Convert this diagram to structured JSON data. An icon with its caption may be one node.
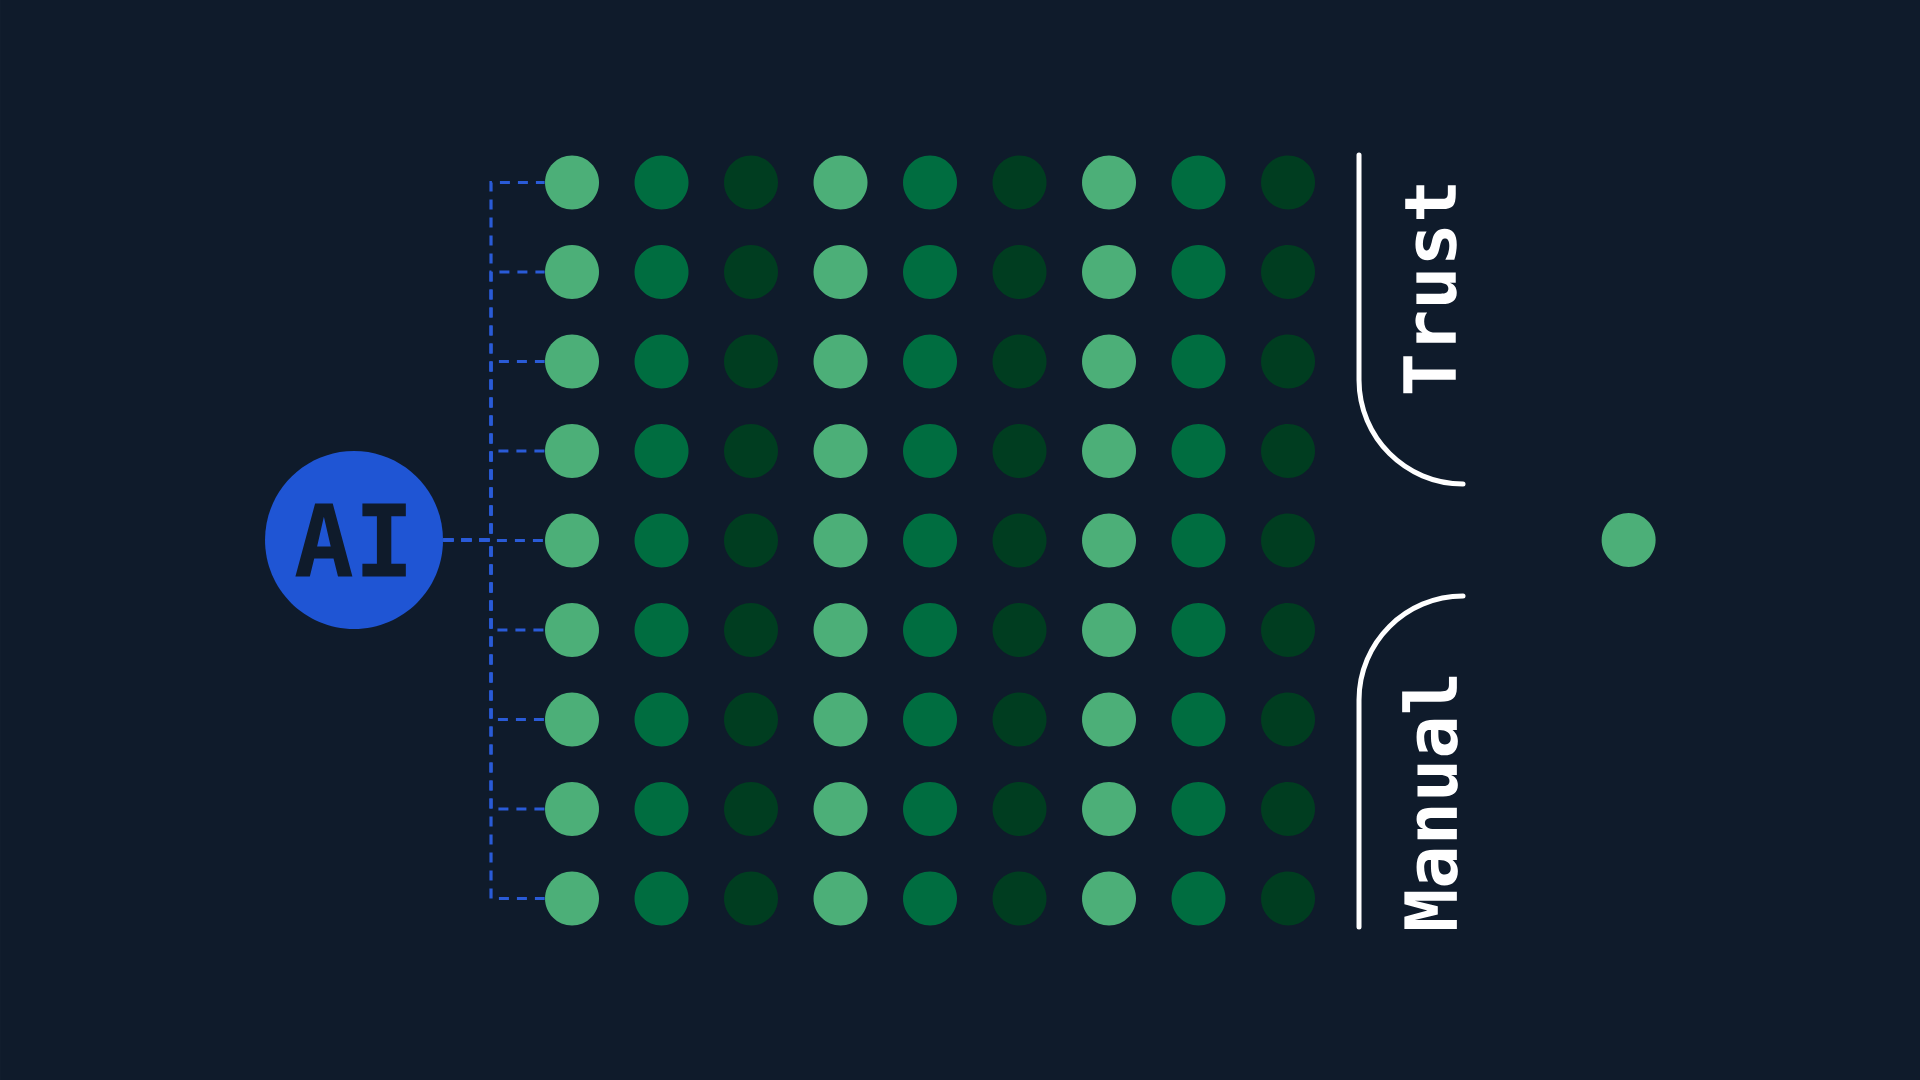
{
  "diagram": {
    "nodes": [
      {
        "text": [
          "AI"
        ]
      },
      {
        "text": [],
        "shape": "circle"
      },
      {
        "text": [],
        "shape": "circle"
      },
      {
        "text": [],
        "shape": "circle"
      },
      {
        "text": [],
        "shape": "circle"
      },
      {
        "text": [],
        "shape": "circle"
      },
      {
        "text": [],
        "shape": "circle"
      },
      {
        "text": [],
        "shape": "circle"
      },
      {
        "text": [],
        "shape": "circle"
      },
      {
        "text": [],
        "shape": "circle"
      },
      {
        "text": [],
        "shape": "circle"
      },
      {
        "text": [],
        "shape": "circle"
      },
      {
        "text": [],
        "shape": "circle"
      },
      {
        "text": [],
        "shape": "circle"
      },
      {
        "text": [],
        "shape": "circle"
      },
      {
        "text": [],
        "shape": "circle"
      },
      {
        "text": [],
        "shape": "circle"
      },
      {
        "text": [],
        "shape": "circle"
      },
      {
        "text": [],
        "shape": "circle"
      },
      {
        "text": [],
        "shape": "circle"
      },
      {
        "text": [],
        "shape": "circle"
      },
      {
        "text": [],
        "shape": "circle"
      },
      {
        "text": [],
        "shape": "circle"
      },
      {
        "text": [],
        "shape": "circle"
      },
      {
        "text": [],
        "shape": "circle"
      },
      {
        "text": [],
        "shape": "circle"
      },
      {
        "text": [],
        "shape": "circle"
      },
      {
        "text": [],
        "shape": "circle"
      },
      {
        "text": [],
        "shape": "circle"
      },
      {
        "text": [],
        "shape": "circle"
      },
      {
        "text": [],
        "shape": "circle"
      },
      {
        "text": [],
        "shape": "circle"
      },
      {
        "text": [],
        "shape": "circle"
      },
      {
        "text": [],
        "shape": "circle"
      },
      {
        "text": [],
        "shape": "circle"
      },
      {
        "text": [],
        "shape": "circle"
      },
      {
        "text": [],
        "shape": "circle"
      },
      {
        "text": [],
        "shape": "circle"
      },
      {
        "text": [],
        "shape": "circle"
      },
      {
        "text": [],
        "shape": "circle"
      },
      {
        "text": [],
        "shape": "circle"
      },
      {
        "text": [],
        "shape": "circle"
      },
      {
        "text": [],
        "shape": "circle"
      },
      {
        "text": [],
        "shape": "circle"
      },
      {
        "text": [],
        "shape": "circle"
      },
      {
        "text": [],
        "shape": "circle"
      },
      {
        "text": [],
        "shape": "circle"
      },
      {
        "text": [],
        "shape": "circle"
      },
      {
        "text": [],
        "shape": "circle"
      },
      {
        "text": [],
        "shape": "circle"
      },
      {
        "text": [],
        "shape": "circle"
      },
      {
        "text": [],
        "shape": "circle"
      },
      {
        "text": [],
        "shape": "circle"
      },
      {
        "text": [],
        "shape": "circle"
      },
      {
        "text": [],
        "shape": "circle"
      },
      {
        "text": [],
        "shape": "circle"
      },
      {
        "text": [],
        "shape": "circle"
      },
      {
        "text": [],
        "shape": "circle"
      },
      {
        "text": [],
        "shape": "circle"
      },
      {
        "text": [],
        "shape": "circle"
      },
      {
        "text": [],
        "shape": "circle"
      },
      {
        "text": [],
        "shape": "circle"
      },
      {
        "text": [],
        "shape": "circle"
      },
      {
        "text": [],
        "shape": "circle"
      },
      {
        "text": [],
        "shape": "circle"
      },
      {
        "text": [],
        "shape": "circle"
      },
      {
        "text": [],
        "shape": "circle"
      },
      {
        "text": [],
        "shape": "circle"
      },
      {
        "text": [],
        "shape": "circle"
      },
      {
        "text": [],
        "shape": "circle"
      },
      {
        "text": [],
        "shape": "circle"
      },
      {
        "text": [],
        "shape": "circle"
      },
      {
        "text": [],
        "shape": "circle"
      },
      {
        "text": [],
        "shape": "circle"
      },
      {
        "text": [],
        "shape": "circle"
      },
      {
        "text": [],
        "shape": "circle"
      },
      {
        "text": [],
        "shape": "circle"
      },
      {
        "text": [],
        "shape": "circle"
      },
      {
        "text": [],
        "shape": "circle"
      },
      {
        "text": [],
        "shape": "circle"
      },
      {
        "text": [],
        "shape": "circle"
      },
      {
        "text": [],
        "shape": "circle"
      },
      {
        "text": [],
        "shape": "circle"
      }
    ],
    "edges": [
      {
        "from": 0,
        "to": 1,
        "arrow": "none",
        "style": "dashed"
      },
      {
        "from": 0,
        "to": 10,
        "arrow": "none",
        "style": "dashed"
      },
      {
        "from": 0,
        "to": 19,
        "arrow": "none",
        "style": "dashed"
      },
      {
        "from": 0,
        "to": 28,
        "arrow": "none",
        "style": "dashed"
      },
      {
        "from": 0,
        "to": 37,
        "arrow": "none",
        "style": "dashed"
      },
      {
        "from": 0,
        "to": 46,
        "arrow": "none",
        "style": "dashed"
      },
      {
        "from": 0,
        "to": 55,
        "arrow": "none",
        "style": "dashed"
      },
      {
        "from": 0,
        "to": 64,
        "arrow": "none",
        "style": "dashed"
      },
      {
        "from": 0,
        "to": 73,
        "arrow": "none",
        "style": "dashed"
      }
    ],
    "labels": [
      "Trust",
      "Manual"
    ]
  }
}
